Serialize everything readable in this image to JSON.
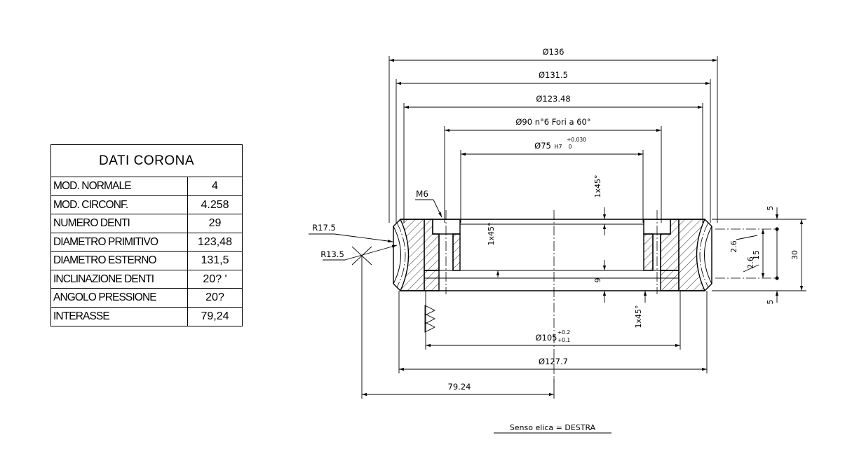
{
  "table": {
    "title": "DATI CORONA",
    "rows": [
      {
        "label": "MOD. NORMALE",
        "value": "4"
      },
      {
        "label": "MOD. CIRCONF.",
        "value": "4.258"
      },
      {
        "label": "NUMERO DENTI",
        "value": "29"
      },
      {
        "label": "DIAMETRO PRIMITIVO",
        "value": "123,48"
      },
      {
        "label": "DIAMETRO ESTERNO",
        "value": "131,5"
      },
      {
        "label": "INCLINAZIONE DENTI",
        "value": "20? '"
      },
      {
        "label": "ANGOLO PRESSIONE",
        "value": "20?"
      },
      {
        "label": "INTERASSE",
        "value": "79,24"
      }
    ]
  },
  "dims": {
    "d136": "Ø136",
    "d131": "Ø131.5",
    "d123": "Ø123.48",
    "d90": "Ø90 n°6 Fori a 60°",
    "d75": "Ø75",
    "d75_fit": "H7",
    "d75_tol_up": "+0.030",
    "d75_tol_low": "0",
    "d105": "Ø105",
    "d105_tol_up": "+0.2",
    "d105_tol_low": "+0.1",
    "d127": "Ø127.7",
    "d79": "79.24",
    "m6": "M6",
    "r175": "R17.5",
    "r135": "R13.5",
    "ch_top": "1x45°",
    "ch_left": "1x45°",
    "ch_bot": "1x45°",
    "nine": "9",
    "five_top": "5",
    "five_bot": "5",
    "thirty": "30",
    "fifteen": "15",
    "two6a": "2.6",
    "two6b": "2.6"
  },
  "note": "Senso elica = DESTRA"
}
